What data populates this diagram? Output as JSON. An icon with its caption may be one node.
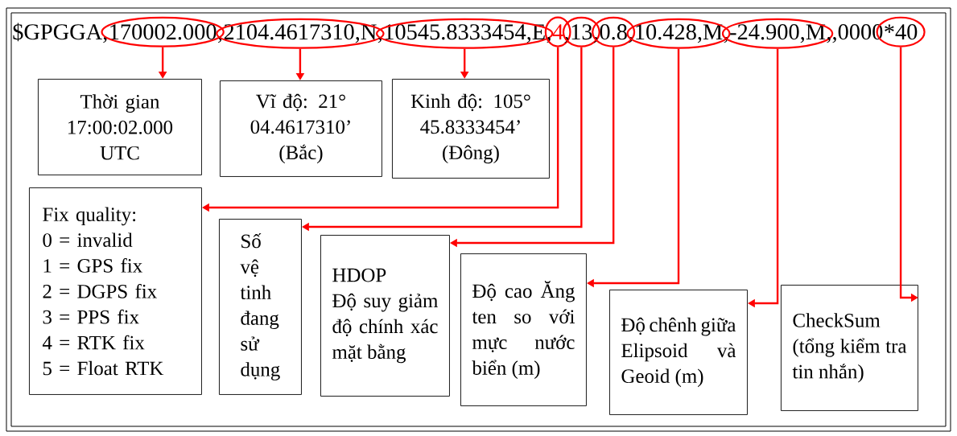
{
  "diagram": {
    "nodes": [
      {
        "text": [
          "170002.000"
        ]
      },
      {
        "text": [
          "2104.4617310,N"
        ]
      },
      {
        "text": [
          "10545.8333454,E"
        ]
      },
      {
        "text": [
          "4"
        ]
      },
      {
        "text": [
          "13"
        ]
      },
      {
        "text": [
          "0.8"
        ]
      },
      {
        "text": [
          "10.428,M"
        ]
      },
      {
        "text": [
          "-24.900,M"
        ]
      },
      {
        "text": [
          "*40"
        ]
      },
      {
        "text": [
          "Thời gian 17:00:02.000 UTC"
        ]
      },
      {
        "text": [
          "Vĩ độ: 21° 04.4617310’ (Bắc)"
        ]
      },
      {
        "text": [
          "Kinh độ: 105° 45.8333454’ (Đông)"
        ]
      },
      {
        "text": [
          "Fix quality:",
          "0 = invalid",
          "1 = GPS fix",
          "2 = DGPS fix",
          "3 = PPS fix",
          "4 = RTK fix",
          "5 = Float RTK"
        ]
      },
      {
        "text": [
          "Số vệ tinh đang sử dụng"
        ]
      },
      {
        "text": [
          "HDOP",
          "Độ suy giảm độ chính xác mặt bằng"
        ]
      },
      {
        "text": [
          "Độ cao Ăng ten so với mực nước biển (m)"
        ]
      },
      {
        "text": [
          "Độ chênh giữa Elipsoid và Geoid (m)"
        ]
      },
      {
        "text": [
          "CheckSum (tổng kiểm tra tin nhắn)"
        ]
      }
    ],
    "edges": [
      {
        "from": 0,
        "to": 9,
        "arrow": "to"
      },
      {
        "from": 1,
        "to": 10,
        "arrow": "to"
      },
      {
        "from": 2,
        "to": 11,
        "arrow": "to"
      },
      {
        "from": 3,
        "to": 12,
        "arrow": "to"
      },
      {
        "from": 4,
        "to": 13,
        "arrow": "to"
      },
      {
        "from": 5,
        "to": 14,
        "arrow": "to"
      },
      {
        "from": 6,
        "to": 15,
        "arrow": "to"
      },
      {
        "from": 7,
        "to": 16,
        "arrow": "to"
      },
      {
        "from": 8,
        "to": 17,
        "arrow": "to"
      }
    ],
    "labels": [
      "$GPGGA,",
      ",",
      ",",
      ",",
      ",",
      ",",
      ",",
      ",",
      ",,0000"
    ]
  }
}
